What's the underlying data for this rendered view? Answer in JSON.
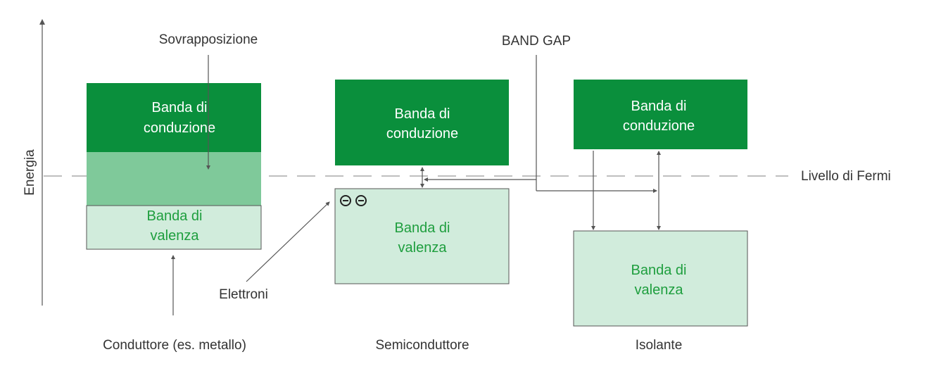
{
  "axis": {
    "label": "Energia"
  },
  "fermi_level": {
    "label": "Livello di Fermi"
  },
  "labels": {
    "overlap": "Sovrapposizione",
    "band_gap": "BAND GAP",
    "electrons": "Elettroni",
    "electron_symbols": "⊖⊖"
  },
  "conductor": {
    "caption": "Conduttore (es. metallo)",
    "conduction": [
      "Banda di",
      "conduzione"
    ],
    "valence": [
      "Banda di",
      "valenza"
    ]
  },
  "semiconductor": {
    "caption": "Semiconduttore",
    "conduction": [
      "Banda di",
      "conduzione"
    ],
    "valence": [
      "Banda di",
      "valenza"
    ]
  },
  "insulator": {
    "caption": "Isolante",
    "conduction": [
      "Banda di",
      "conduzione"
    ],
    "valence": [
      "Banda di",
      "valenza"
    ]
  },
  "colors": {
    "conduction_band": "#0a8f3c",
    "overlap_band": "#7fc99a",
    "valence_band": "#d1ecdc",
    "valence_text": "#1e9e3e",
    "lines": "#555555"
  }
}
